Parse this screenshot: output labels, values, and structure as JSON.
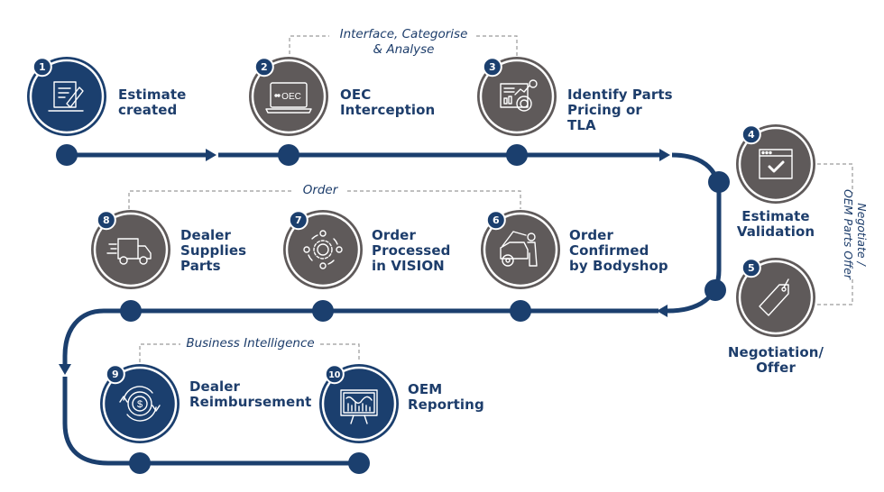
{
  "colors": {
    "navy": "#1b3f6e",
    "grey": "#5f5a5a",
    "ring": "#5f5a5a",
    "dash": "#9a9a9a",
    "text": "#1d3d6b"
  },
  "steps": [
    {
      "number": "1",
      "lines": [
        "Estimate",
        "created"
      ],
      "style": "navy",
      "icon": "document-pencil-icon"
    },
    {
      "number": "2",
      "lines": [
        "OEC",
        "Interception"
      ],
      "style": "grey",
      "icon": "laptop-oec-icon",
      "icon_text": "OEC"
    },
    {
      "number": "3",
      "lines": [
        "Identify Parts",
        "Pricing or",
        "TLA"
      ],
      "style": "grey",
      "icon": "analytics-dashboard-icon"
    },
    {
      "number": "4",
      "lines": [
        "Estimate",
        "Validation"
      ],
      "style": "grey",
      "icon": "browser-check-icon"
    },
    {
      "number": "5",
      "lines": [
        "Negotiation/",
        "Offer"
      ],
      "style": "grey",
      "icon": "price-tag-icon"
    },
    {
      "number": "6",
      "lines": [
        "Order",
        "Confirmed",
        "by Bodyshop"
      ],
      "style": "grey",
      "icon": "mechanic-car-icon"
    },
    {
      "number": "7",
      "lines": [
        "Order",
        "Processed",
        "in VISION"
      ],
      "style": "grey",
      "icon": "gear-cycle-icon"
    },
    {
      "number": "8",
      "lines": [
        "Dealer",
        "Supplies",
        "Parts"
      ],
      "style": "grey",
      "icon": "delivery-truck-icon"
    },
    {
      "number": "9",
      "lines": [
        "Dealer",
        "Reimbursement"
      ],
      "style": "navy",
      "icon": "dollar-cycle-icon"
    },
    {
      "number": "10",
      "lines": [
        "OEM",
        "Reporting"
      ],
      "style": "navy",
      "icon": "monitor-chart-icon"
    }
  ],
  "groups": [
    {
      "lines": [
        "Interface, Categorise",
        "& Analyse"
      ]
    },
    {
      "lines": [
        "Order"
      ]
    },
    {
      "lines": [
        "Business Intelligence"
      ]
    },
    {
      "lines": [
        "Negotiate /",
        "OEM Parts Offer"
      ]
    }
  ]
}
